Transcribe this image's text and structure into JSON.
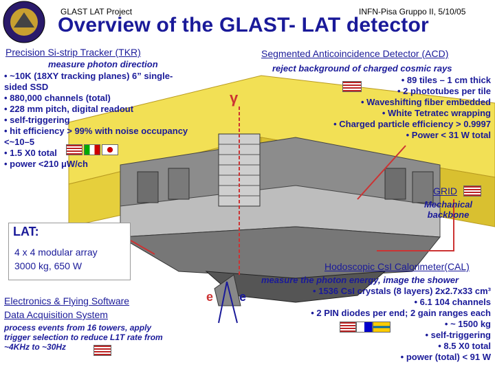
{
  "header": {
    "left": "GLAST LAT Project",
    "right": "INFN-Pisa Gruppo II, 5/10/05"
  },
  "title": "Overview of the GLAST- LAT  detector",
  "tkr": {
    "heading": "Precision Si-strip Tracker (TKR)",
    "subheading": "measure photon direction",
    "bullets": [
      "• ~10K (18XY tracking planes) 6” single-",
      "sided SSD",
      "• 880,000 channels (total)",
      "• 228 mm pitch, digital readout",
      "• self-triggering",
      "• hit efficiency > 99%  with noise occupancy",
      "<~10–5",
      "• 1.5 X0 total",
      "• power <210 μW/ch"
    ]
  },
  "acd": {
    "heading": "Segmented Anticoincidence Detector (ACD)",
    "subheading": "reject background of charged cosmic rays",
    "bullets": [
      "• 89 tiles – 1 cm thick",
      "• 2 phototubes per tile",
      "• Waveshifting fiber embedded",
      "• White Tetratec wrapping",
      "• Charged particle efficiency > 0.9997",
      "• Power < 31 W total"
    ]
  },
  "gamma": "γ",
  "grid": {
    "heading": "GRID",
    "line1": "Mechanical",
    "line2": "backbone"
  },
  "lat": {
    "heading": "LAT:",
    "line1": "4 x 4 modular array",
    "line2": "3000 kg,  650 W"
  },
  "electronics": {
    "line1": "Electronics & Flying Software",
    "line2": "Data Acquisition System",
    "desc": [
      "process events from 16 towers, apply",
      "trigger selection to reduce L1T rate from",
      "~4KHz to ~30Hz"
    ]
  },
  "cal": {
    "heading": "Hodoscopic CsI Calorimeter(CAL)",
    "subheading": "measure the photon energy, image the shower",
    "bullets": [
      "• 1536 CsI crystals (8 layers) 2x2.7x33 cm³",
      "• 6.1 104 channels",
      "• 2 PIN diodes per end; 2 gain ranges each",
      "• ~ 1500 kg",
      "• self-triggering",
      "• 8.5 X0 total",
      "• power (total) < 91 W"
    ]
  },
  "particles": {
    "left": "e",
    "right": "e"
  },
  "colors": {
    "title": "#1a1a99",
    "foam": "#f2e055",
    "arrow": "#cc3333"
  }
}
